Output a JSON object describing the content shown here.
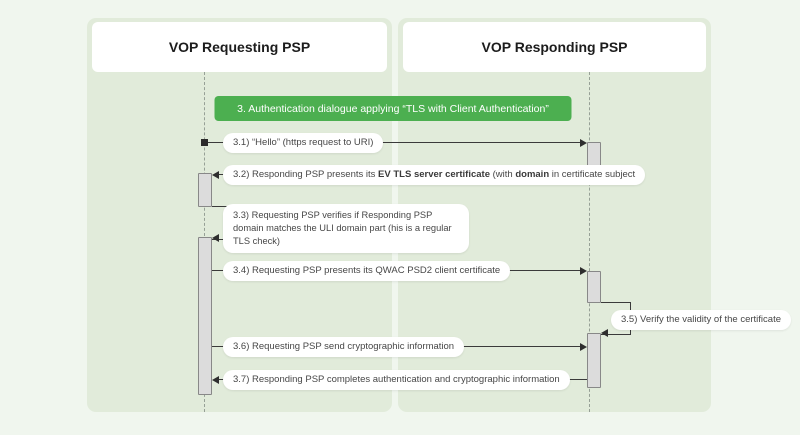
{
  "participants": [
    {
      "label": "VOP Requesting PSP"
    },
    {
      "label": "VOP Responding PSP"
    }
  ],
  "banner": "3. Authentication dialogue applying “TLS with Client Authentication”",
  "messages": {
    "m31": "3.1) “Hello” (https request to URI)",
    "m32": {
      "pre": "3.2) Responding PSP presents its ",
      "bold1": "EV TLS server certificate",
      "mid": " (with ",
      "bold2": "domain",
      "post": " in certificate subject"
    },
    "m33": "3.3) Requesting PSP verifies if Responding PSP domain matches the ULI domain part (his is a regular TLS check)",
    "m34": "3.4) Requesting PSP presents its QWAC PSD2 client certificate",
    "m35": "3.5) Verify the validity of the certificate",
    "m36": "3.6) Requesting PSP send cryptographic information",
    "m37": "3.7) Responding PSP completes authentication and cryptographic information"
  },
  "colors": {
    "page_bg": "#f0f6ee",
    "panel_green": "#e1ebda",
    "banner_green": "#4caf50",
    "activation_fill": "#dcdcdc",
    "activation_border": "#888888",
    "lifeline_gray": "#96a096",
    "arrow_dark": "#3a3a3a"
  }
}
